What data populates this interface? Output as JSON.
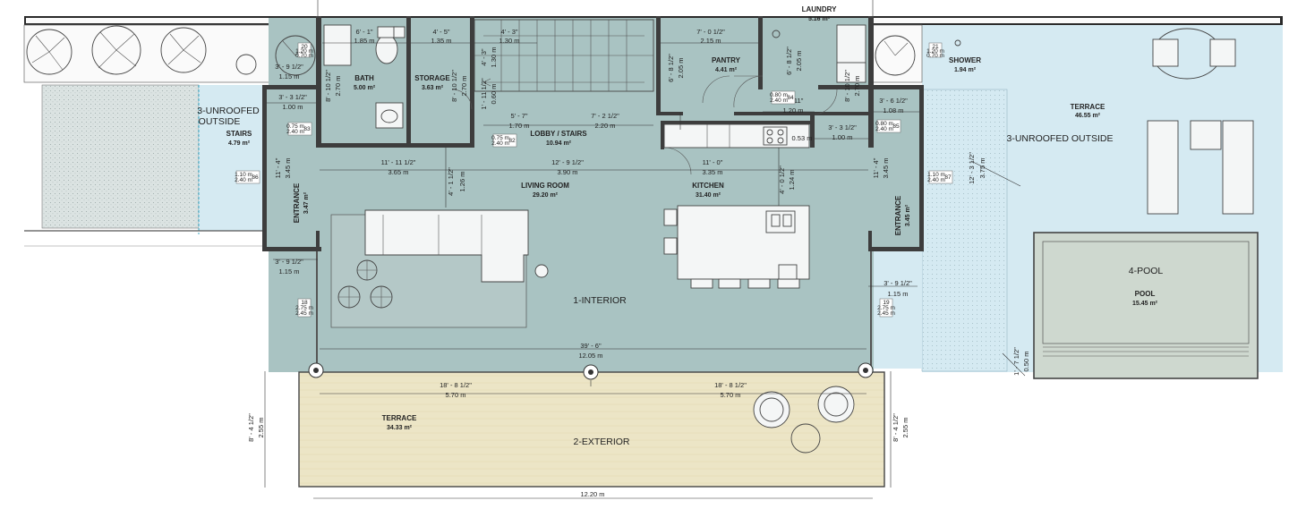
{
  "zones": {
    "interior": "1-INTERIOR",
    "exterior": "2-EXTERIOR",
    "unroofed_left": [
      "3-UNROOFED",
      "OUTSIDE"
    ],
    "unroofed_right": "3-UNROOFED OUTSIDE",
    "pool_zone": "4-POOL"
  },
  "rooms": {
    "bath": {
      "name": "BATH",
      "area": "5.00 m²"
    },
    "storage": {
      "name": "STORAGE",
      "area": "3.63 m²"
    },
    "pantry": {
      "name": "PANTRY",
      "area": "4.41 m²"
    },
    "laundry": {
      "name": "LAUNDRY",
      "area": "5.16 m²"
    },
    "shower": {
      "name": "SHOWER",
      "area": "1.94 m²"
    },
    "terrace_right": {
      "name": "TERRACE",
      "area": "46.55 m²"
    },
    "stairs": {
      "name": "STAIRS",
      "area": "4.79 m²"
    },
    "lobby": {
      "name": "LOBBY / STAIRS",
      "area": "10.94 m²"
    },
    "living": {
      "name": "LIVING ROOM",
      "area": "29.20 m²"
    },
    "kitchen": {
      "name": "KITCHEN",
      "area": "31.40 m²"
    },
    "entrance_left": {
      "name": "ENTRANCE",
      "area": "3.47 m²"
    },
    "entrance_right": {
      "name": "ENTRANCE",
      "area": "3.45 m²"
    },
    "pool": {
      "name": "POOL",
      "area": "15.45 m²"
    },
    "terrace_front": {
      "name": "TERRACE",
      "area": "34.33 m²"
    }
  },
  "dimensions": {
    "bath_w_ft": "6' - 1\"",
    "bath_w_m": "1.85 m",
    "storage_w_ft": "4' - 5\"",
    "storage_w_m": "1.35 m",
    "stairs_w_ft": "4' - 3\"",
    "stairs_w_m": "1.30 m",
    "pantry_w_ft": "7' - 0 1/2\"",
    "pantry_w_m": "2.15 m",
    "left_ext_w_ft": "3' - 9 1/2\"",
    "left_ext_w_m": "1.15 m",
    "entry_l_w_ft": "3' - 3 1/2\"",
    "entry_l_w_m": "1.00 m",
    "lobby_l_ft": "5' - 7\"",
    "lobby_l_m": "1.70 m",
    "lobby_r_ft": "7' - 2 1/2\"",
    "lobby_r_m": "2.20 m",
    "laundry_w_ft": "3' - 11\"",
    "laundry_w_m": "1.20 m",
    "laundry_2_ft": "3' - 3 1/2\"",
    "laundry_2_m": "1.00 m",
    "entry_r_w_ft": "3' - 6 1/2\"",
    "entry_r_w_m": "1.08 m",
    "living_w_ft": "11' - 11 1/2\"",
    "living_w_m": "3.65 m",
    "lobby_w_ft": "12' - 9 1/2\"",
    "lobby_w_m": "3.90 m",
    "kitchen_w_ft": "11' - 0\"",
    "kitchen_w_m": "3.35 m",
    "bath_h_ft": "8' - 10 1/2\"",
    "bath_h_m": "2.70 m",
    "storage_h_ft": "8' - 10 1/2\"",
    "storage_h_m": "2.70 m",
    "stairs_h_ft": "4' - 3\"",
    "stairs_h_m": "1.30 m",
    "stairs_h2_ft": "1' - 11 1/2\"",
    "stairs_h2_m": "0.60 m",
    "pantry_h_ft": "6' - 8 1/2\"",
    "pantry_h_m": "2.05 m",
    "pantry_h2_ft": "6' - 8 1/2\"",
    "pantry_h2_m": "2.05 m",
    "laundry_h_ft": "8' - 10 1/2\"",
    "laundry_h_m": "2.70 m",
    "entry_l_h_ft": "11' - 4\"",
    "entry_l_h_m": "3.45 m",
    "lobby_h_ft": "4' - 1 1/2\"",
    "lobby_h_m": "1.26 m",
    "kitchen_h_ft": "4' - 0 1/2\"",
    "kitchen_h_m": "1.24 m",
    "entry_r_h_ft": "11' - 4\"",
    "entry_r_h_m": "3.45 m",
    "terrace_r_h_ft": "12' - 3 1/2\"",
    "terrace_r_h_m": "3.75 m",
    "sink_w": "0.53 m",
    "bottom_l_ft": "3' - 9 1/2\"",
    "bottom_l_m": "1.15 m",
    "bottom_r_ft": "3' - 9 1/2\"",
    "bottom_r_m": "1.15 m",
    "total_ft": "39' - 6\"",
    "total_m": "12.05 m",
    "terrace_l_ft": "18' - 8 1/2\"",
    "terrace_l_m": "5.70 m",
    "terrace_r_ft": "18' - 8 1/2\"",
    "terrace_r_m": "5.70 m",
    "terrace_h_ft": "8' - 4 1/2\"",
    "terrace_h_m": "2.55 m",
    "terrace_h2_ft": "8' - 4 1/2\"",
    "terrace_h2_m": "2.55 m",
    "pool_edge_ft": "1' - 7 1/2\"",
    "pool_edge_m": "0.50 m",
    "overall_m": "12.20 m"
  },
  "tags": {
    "w20": [
      "20",
      "1.20 m",
      "0.70 m"
    ],
    "w21": [
      "21",
      "1.20 m",
      "0.70 m"
    ],
    "d83": [
      "0.75 m",
      "2.40 m",
      "83"
    ],
    "d82": [
      "0.75 m",
      "2.40 m",
      "82"
    ],
    "d84": [
      "0.80 m",
      "2.40 m",
      "84"
    ],
    "d85": [
      "0.80 m",
      "2.40 m",
      "85"
    ],
    "d86": [
      "1.10 m",
      "2.40 m",
      "86"
    ],
    "d87": [
      "1.10 m",
      "2.40 m",
      "87"
    ],
    "w18": [
      "18",
      "2.75 m",
      "2.45 m"
    ],
    "w19": [
      "19",
      "2.75 m",
      "2.45 m"
    ]
  },
  "colors": {
    "interior_fill": "#a9c3c2",
    "exterior_fill": "#ece5c6",
    "outside_fill": "#d5eaf2",
    "pool_fill": "#ced8cf",
    "hatch_fill": "#dbe3e2",
    "wall": "#3d3d3d"
  }
}
